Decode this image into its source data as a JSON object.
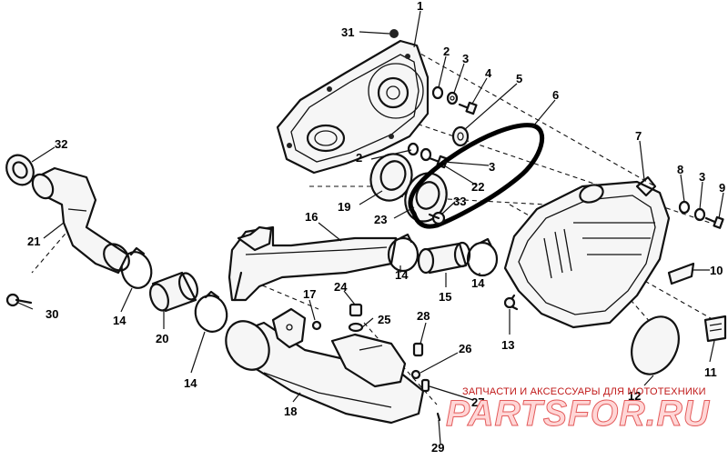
{
  "callouts": {
    "c1": "1",
    "c2a": "2",
    "c3a": "3",
    "c4": "4",
    "c5": "5",
    "c6": "6",
    "c7": "7",
    "c8": "8",
    "c3c": "3",
    "c9": "9",
    "c10": "10",
    "c11": "11",
    "c12": "12",
    "c13": "13",
    "c14a": "14",
    "c14b": "14",
    "c14c": "14",
    "c14d": "14",
    "c15": "15",
    "c16": "16",
    "c17": "17",
    "c18": "18",
    "c19": "19",
    "c20": "20",
    "c21": "21",
    "c2b": "2",
    "c3b": "3",
    "c22": "22",
    "c23": "23",
    "c24": "24",
    "c25": "25",
    "c26": "26",
    "c27": "27",
    "c28": "28",
    "c29": "29",
    "c30": "30",
    "c31": "31",
    "c32": "32",
    "c33": "33"
  },
  "watermark": {
    "tagline": "ЗАПЧАСТИ И АКСЕССУАРЫ ДЛЯ МОТОТЕХНИКИ",
    "logo": "PARTSFOR.RU"
  },
  "colors": {
    "ink": "#111111",
    "watermark_red": "#c01818"
  }
}
